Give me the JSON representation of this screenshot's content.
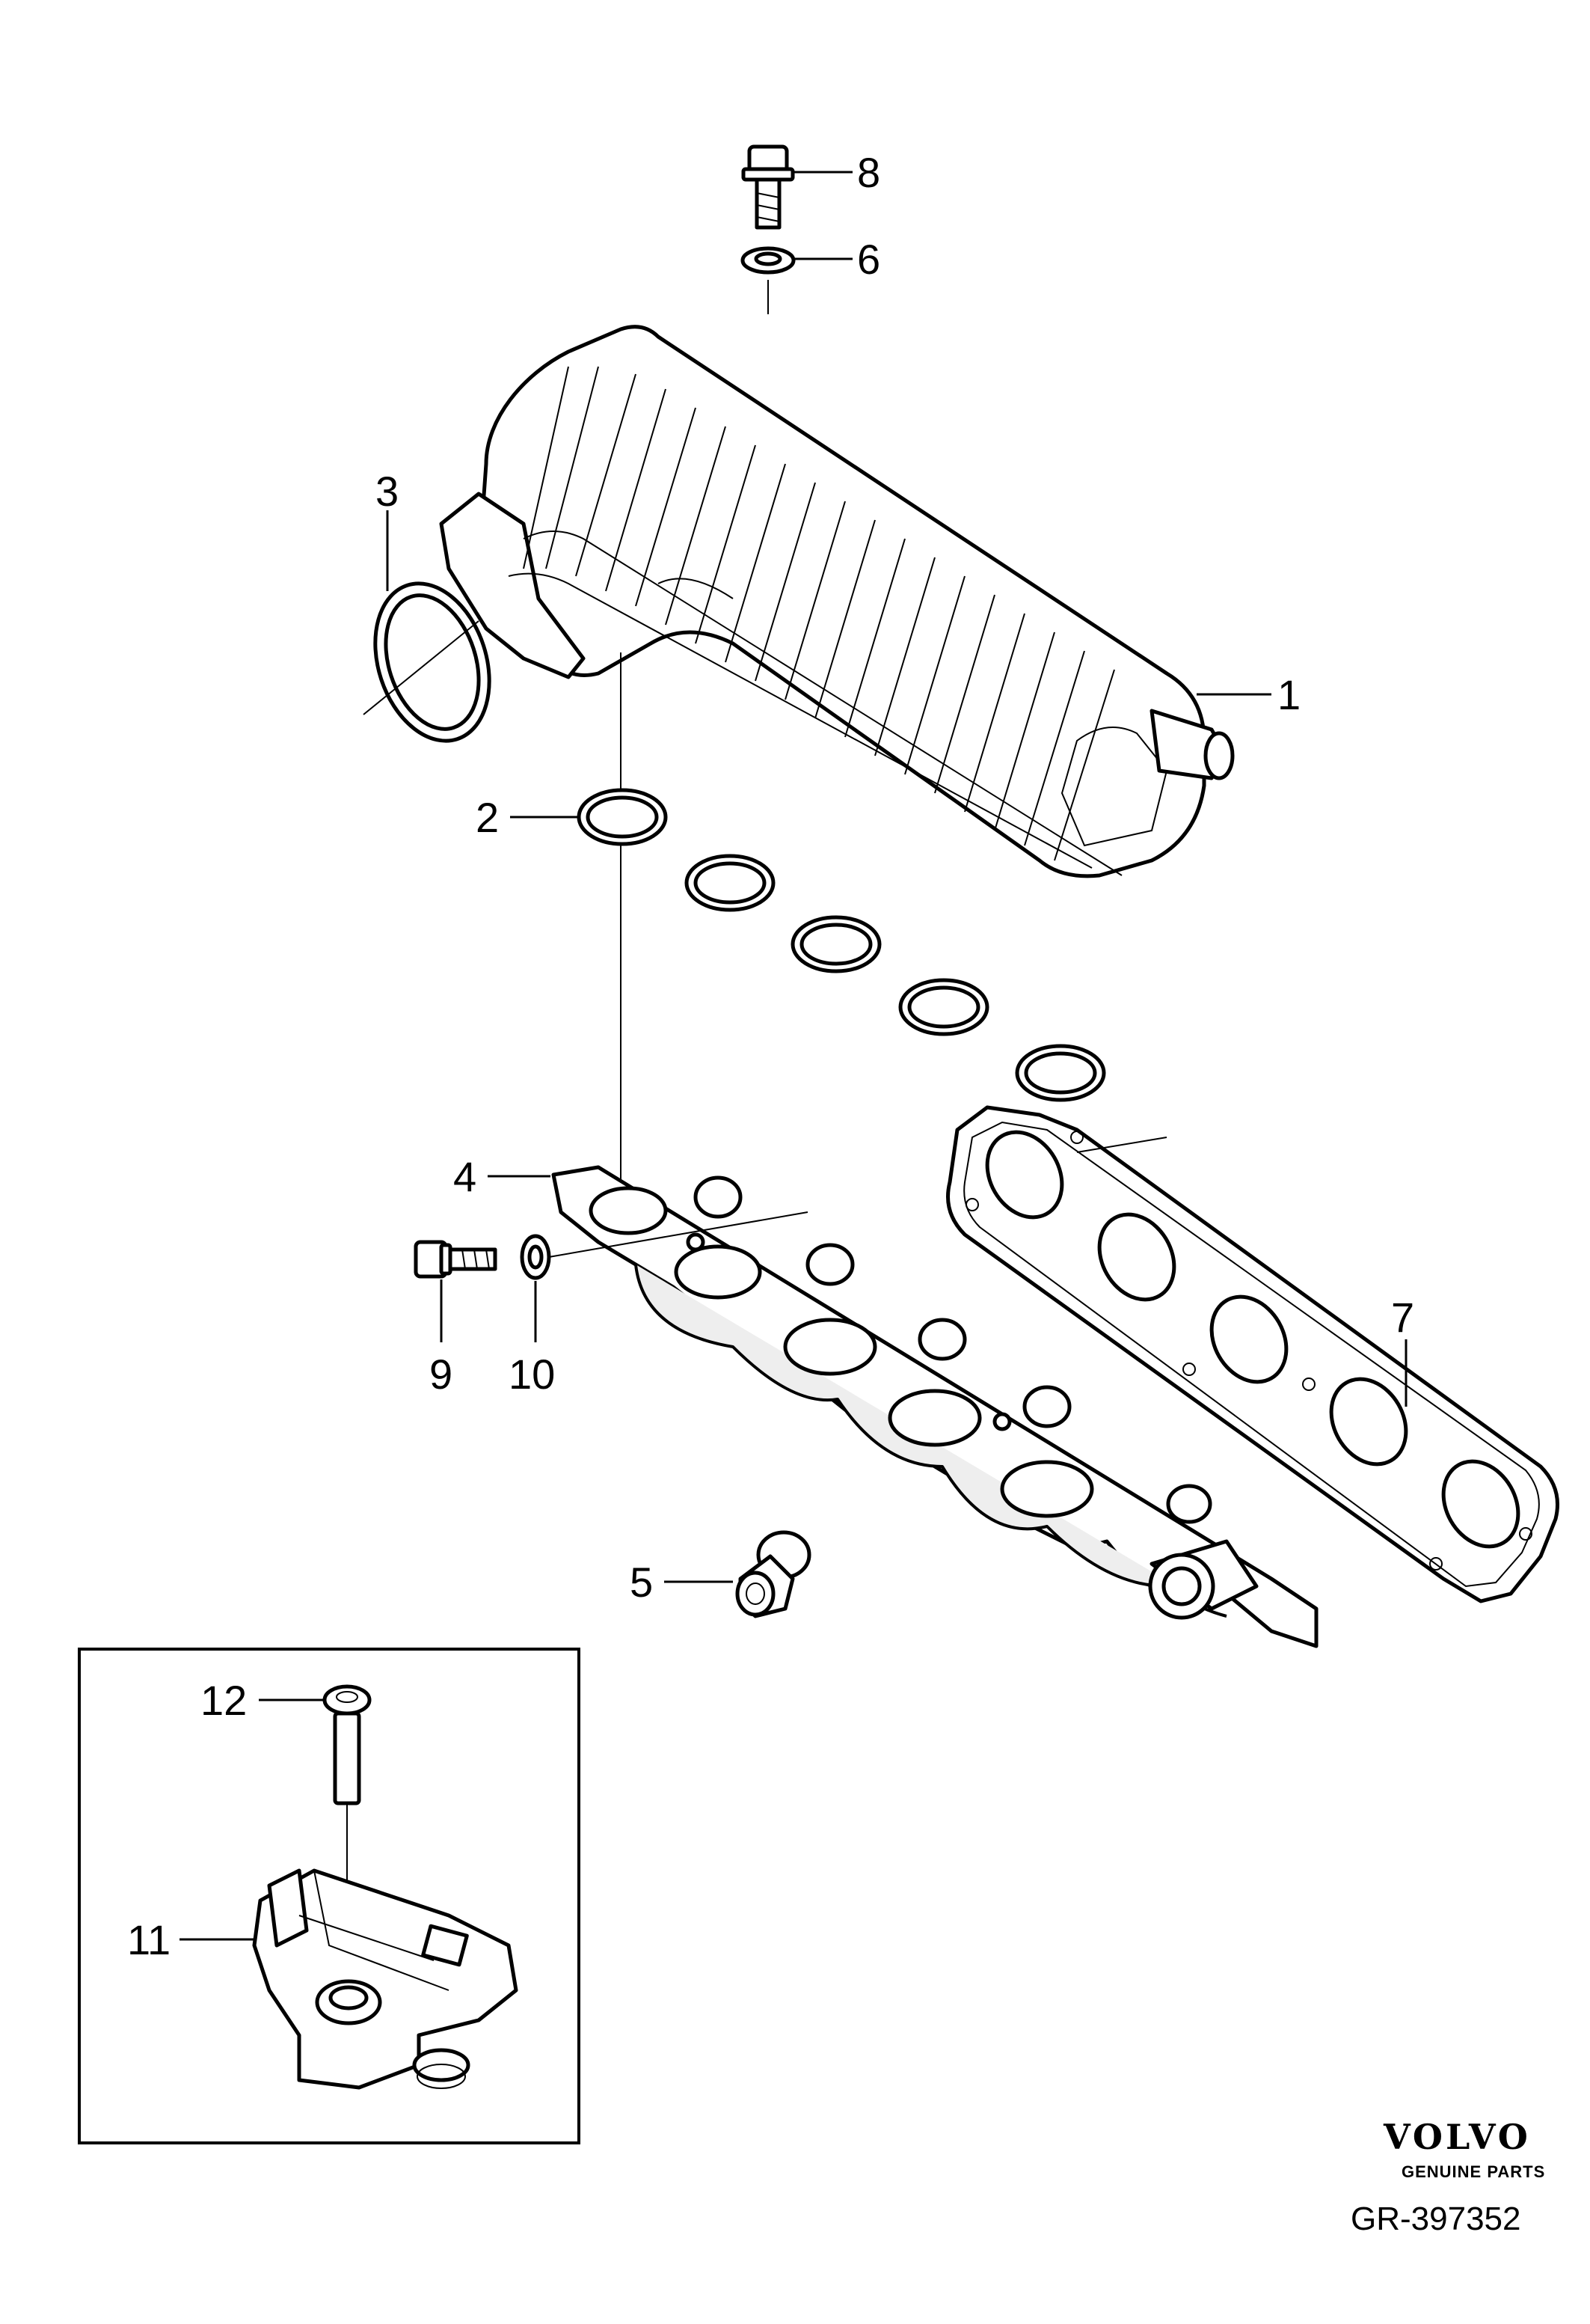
{
  "labels": {
    "p1": "1",
    "p2": "2",
    "p3": "3",
    "p4": "4",
    "p5": "5",
    "p6": "6",
    "p7": "7",
    "p8": "8",
    "p9": "9",
    "p10": "10",
    "p11": "11",
    "p12": "12"
  },
  "brand": {
    "name": "VOLVO",
    "tagline": "GENUINE PARTS"
  },
  "reference": "GR-397352"
}
